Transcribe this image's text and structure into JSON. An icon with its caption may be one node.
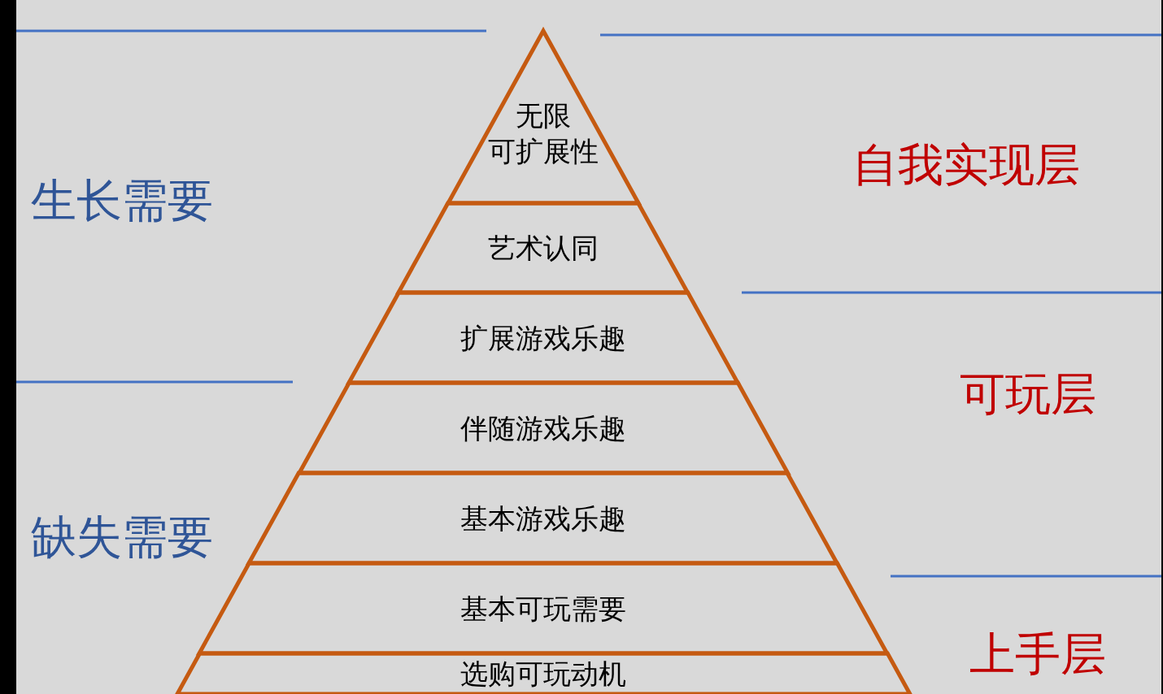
{
  "diagram": {
    "nodes": [
      {
        "text": [
          "无限",
          "可扩展性"
        ]
      },
      {
        "text": [
          "艺术认同"
        ]
      },
      {
        "text": [
          "扩展游戏乐趣"
        ]
      },
      {
        "text": [
          "伴随游戏乐趣"
        ]
      },
      {
        "text": [
          "基本游戏乐趣"
        ]
      },
      {
        "text": [
          "基本可玩需要"
        ]
      },
      {
        "text": [
          "选购可玩动机"
        ]
      }
    ],
    "edges": [],
    "labels": [
      "生长需要",
      "自我实现层",
      "可玩层",
      "缺失需要",
      "上手层"
    ]
  }
}
